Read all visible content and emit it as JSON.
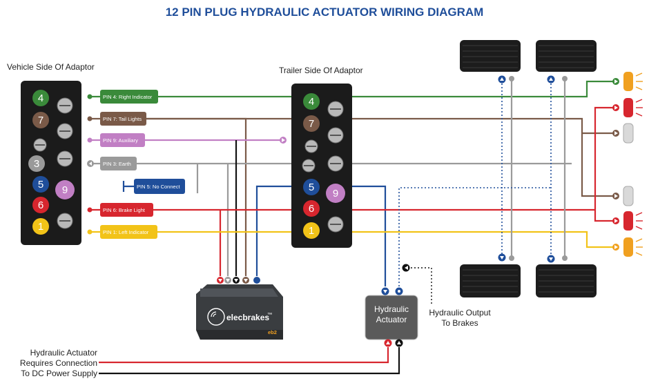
{
  "title": "12 PIN PLUG HYDRAULIC ACTUATOR WIRING DIAGRAM",
  "vehicle_side_label": "Vehicle Side Of Adaptor",
  "trailer_side_label": "Trailer Side Of Adaptor",
  "pin_numbers": {
    "p4": "4",
    "p7": "7",
    "p3": "3",
    "p5": "5",
    "p9": "9",
    "p6": "6",
    "p1": "1"
  },
  "pin_labels": {
    "p4": "PIN 4: Right Indicator",
    "p7": "PIN 7: Tail Lights",
    "p9": "PIN 9: Auxiliary",
    "p3": "PIN 3: Earth",
    "p5": "PIN 5: No Connect",
    "p6": "PIN 6: Brake Light",
    "p1": "PIN 1: Left Indicator"
  },
  "actuator": {
    "line1": "Hydraulic",
    "line2": "Actuator"
  },
  "hydraulic_output": {
    "line1": "Hydraulic Output",
    "line2": "To Brakes"
  },
  "power_note": {
    "line1": "Hydraulic Actuator",
    "line2": "Requires Connection",
    "line3": "To DC Power Supply"
  },
  "controller": {
    "brand": "elecbrakes",
    "tm": "™",
    "badge": "eb2"
  },
  "colors": {
    "green": "#3a8a3a",
    "brown": "#7a5a48",
    "purple": "#c17fc4",
    "grey": "#9a9a9a",
    "blue": "#1f4e9a",
    "red": "#d7262e",
    "yellow": "#f2c318",
    "orange": "#f0a020",
    "black": "#111111"
  }
}
